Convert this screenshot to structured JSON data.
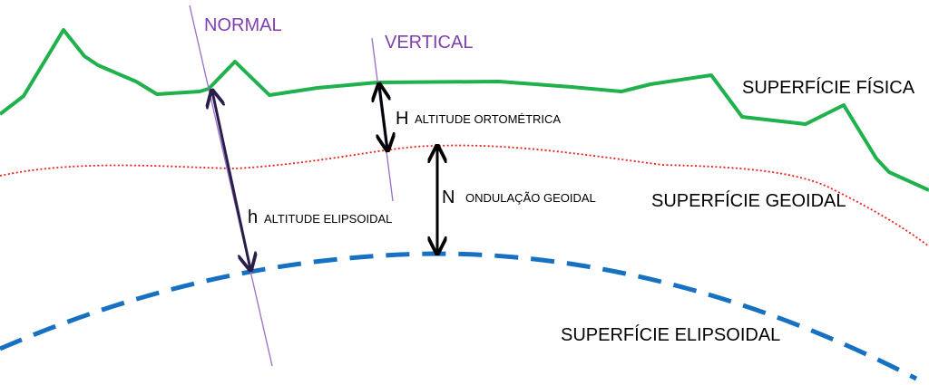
{
  "labels": {
    "normal": "NORMAL",
    "vertical": "VERTICAL",
    "physical_surface": "SUPERFÍCIE FÍSICA",
    "geoid_surface": "SUPERFÍCIE GEOIDAL",
    "ellipsoid_surface": "SUPERFÍCIE ELIPSOIDAL",
    "H_symbol": "H",
    "H_text": "ALTITUDE ORTOMÉTRICA",
    "N_symbol": "N",
    "N_text": "ONDULAÇÃO GEOIDAL",
    "h_symbol": "h",
    "h_text": "ALTITUDE ELIPSOIDAL"
  },
  "colors": {
    "physical": "#1fb14b",
    "geoid": "#e8211c",
    "ellipsoid": "#1671c2",
    "reference_lines": "#9a6cc8",
    "label_purple": "#7f3fb0",
    "arrows": "#000000",
    "h_arrow": "#2a1f4a"
  }
}
